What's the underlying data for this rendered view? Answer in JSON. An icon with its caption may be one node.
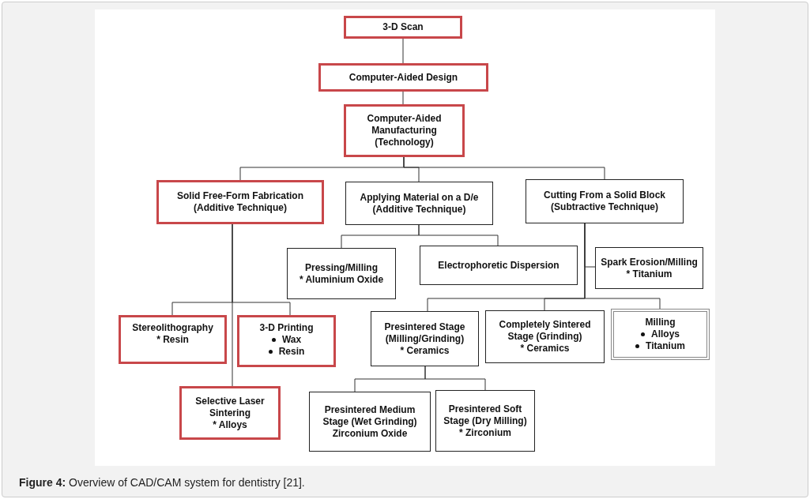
{
  "diagram": {
    "caption": "**Figure 4:** Overview of CAD/CAM system for dentistry [21].",
    "nodes": [
      {
        "text": [
          "3-D Scan"
        ]
      },
      {
        "text": [
          "Computer-Aided Design"
        ]
      },
      {
        "text": [
          "Computer-Aided Manufacturing (Technology)"
        ]
      },
      {
        "text": [
          "Solid Free-Form Fabrication (Additive Technique)"
        ]
      },
      {
        "text": [
          "Applying Material on a D/e (Additive Technique)"
        ]
      },
      {
        "text": [
          "Cutting From a Solid Block (Subtractive Technique)"
        ]
      },
      {
        "text": [
          "Pressing/Milling",
          "* Aluminium Oxide"
        ]
      },
      {
        "text": [
          "Electrophoretic Dispersion"
        ]
      },
      {
        "text": [
          "Spark Erosion/Milling",
          "* Titanium"
        ]
      },
      {
        "text": [
          "Presintered Stage (Milling/Grinding)",
          "* Ceramics"
        ]
      },
      {
        "text": [
          "Completely Sintered Stage (Grinding)",
          "* Ceramics"
        ]
      },
      {
        "text": [
          "Milling",
          "Alloys",
          "Titanium"
        ]
      },
      {
        "text": [
          "Stereolithography",
          "* Resin"
        ]
      },
      {
        "text": [
          "3-D Printing",
          "Wax",
          "Resin"
        ]
      },
      {
        "text": [
          "Selective Laser Sintering",
          "* Alloys"
        ]
      },
      {
        "text": [
          "Presintered Medium Stage (Wet Grinding)",
          "Zirconium Oxide"
        ]
      },
      {
        "text": [
          "Presintered Soft Stage (Dry Milling)",
          "* Zirconium"
        ]
      }
    ],
    "edges": [
      {
        "from": 0,
        "to": 1,
        "arrow": "none"
      },
      {
        "from": 1,
        "to": 2,
        "arrow": "none"
      },
      {
        "from": 2,
        "to": 3,
        "arrow": "none"
      },
      {
        "from": 2,
        "to": 4,
        "arrow": "none"
      },
      {
        "from": 2,
        "to": 5,
        "arrow": "none"
      },
      {
        "from": 4,
        "to": 6,
        "arrow": "none"
      },
      {
        "from": 4,
        "to": 7,
        "arrow": "none"
      },
      {
        "from": 5,
        "to": 8,
        "arrow": "none"
      },
      {
        "from": 5,
        "to": 9,
        "arrow": "none"
      },
      {
        "from": 5,
        "to": 10,
        "arrow": "none"
      },
      {
        "from": 5,
        "to": 11,
        "arrow": "none"
      },
      {
        "from": 3,
        "to": 12,
        "arrow": "none"
      },
      {
        "from": 3,
        "to": 13,
        "arrow": "none"
      },
      {
        "from": 3,
        "to": 14,
        "arrow": "none"
      },
      {
        "from": 9,
        "to": 15,
        "arrow": "none"
      },
      {
        "from": 9,
        "to": 16,
        "arrow": "none"
      }
    ]
  }
}
